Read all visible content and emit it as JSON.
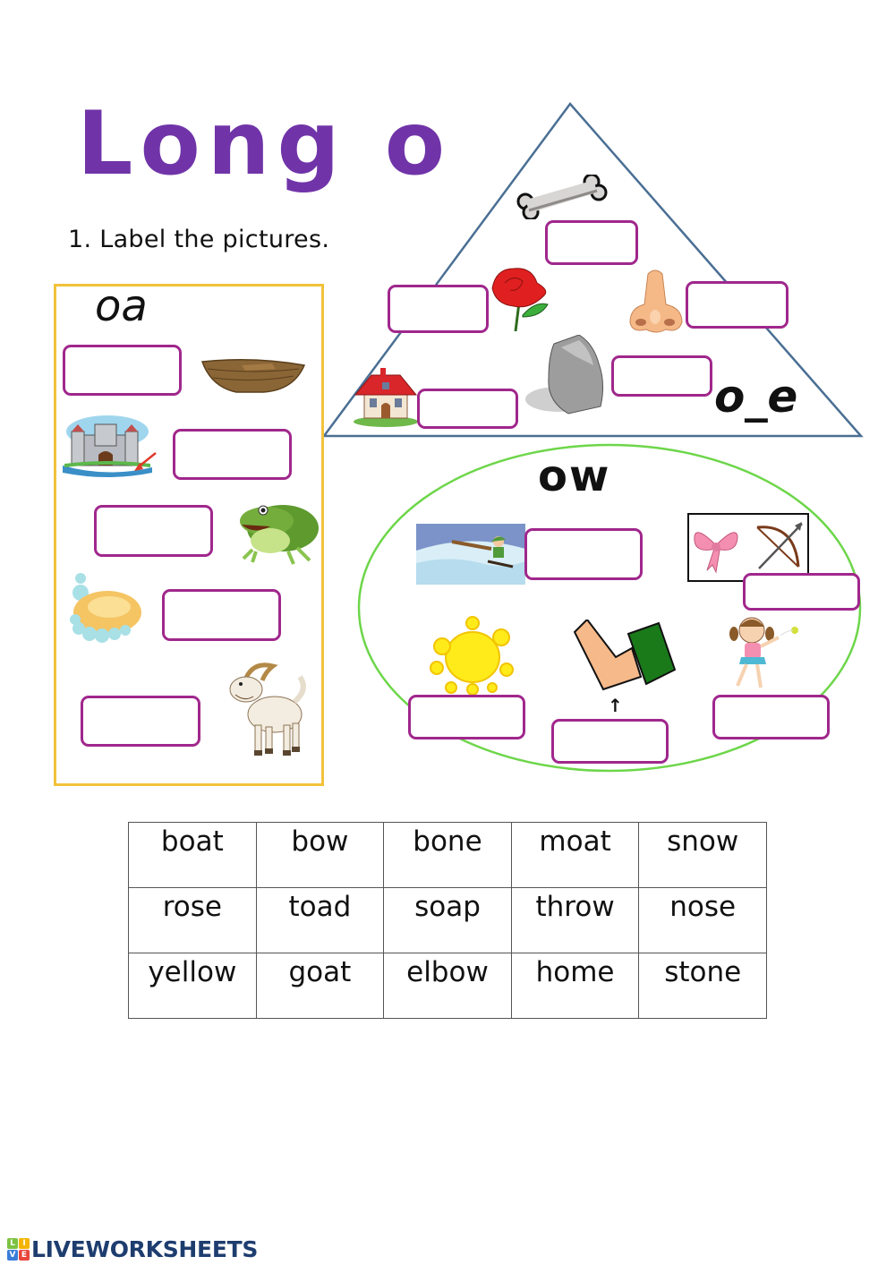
{
  "header": {
    "title": "Long o",
    "instruction": "1. Label the pictures."
  },
  "colors": {
    "title": "#7034a8",
    "answer_box_border": "#a0278c",
    "oa_panel_border": "#f2c23b",
    "triangle_stroke": "#4a6f94",
    "ellipse_stroke": "#6dd64a",
    "logo_text": "#1e3d6f"
  },
  "groups": {
    "oa": {
      "label": "oa",
      "pictures": [
        {
          "icon": "boat-icon",
          "answer": ""
        },
        {
          "icon": "castle-moat-icon",
          "answer": ""
        },
        {
          "icon": "toad-icon",
          "answer": ""
        },
        {
          "icon": "soap-icon",
          "answer": ""
        },
        {
          "icon": "goat-icon",
          "answer": ""
        }
      ]
    },
    "o_e": {
      "label": "o_e",
      "pictures": [
        {
          "icon": "bone-icon",
          "answer": ""
        },
        {
          "icon": "rose-icon",
          "answer": ""
        },
        {
          "icon": "nose-icon",
          "answer": ""
        },
        {
          "icon": "stone-icon",
          "answer": ""
        },
        {
          "icon": "home-icon",
          "answer": ""
        }
      ]
    },
    "ow": {
      "label": "ow",
      "pictures": [
        {
          "icon": "snow-sledding-icon",
          "answer": ""
        },
        {
          "icon": "bow-ribbon-and-bow-arrow-icon",
          "answer": ""
        },
        {
          "icon": "yellow-splash-icon",
          "answer": ""
        },
        {
          "icon": "elbow-icon",
          "answer": ""
        },
        {
          "icon": "girl-throwing-icon",
          "answer": ""
        }
      ]
    }
  },
  "word_bank": {
    "rows": [
      [
        "boat",
        "bow",
        "bone",
        "moat",
        "snow"
      ],
      [
        "rose",
        "toad",
        "soap",
        "throw",
        "nose"
      ],
      [
        "yellow",
        "goat",
        "elbow",
        "home",
        "stone"
      ]
    ]
  },
  "footer": {
    "logo_badge": [
      "L",
      "I",
      "V",
      "E"
    ],
    "logo_text": "LIVEWORKSHEETS"
  }
}
